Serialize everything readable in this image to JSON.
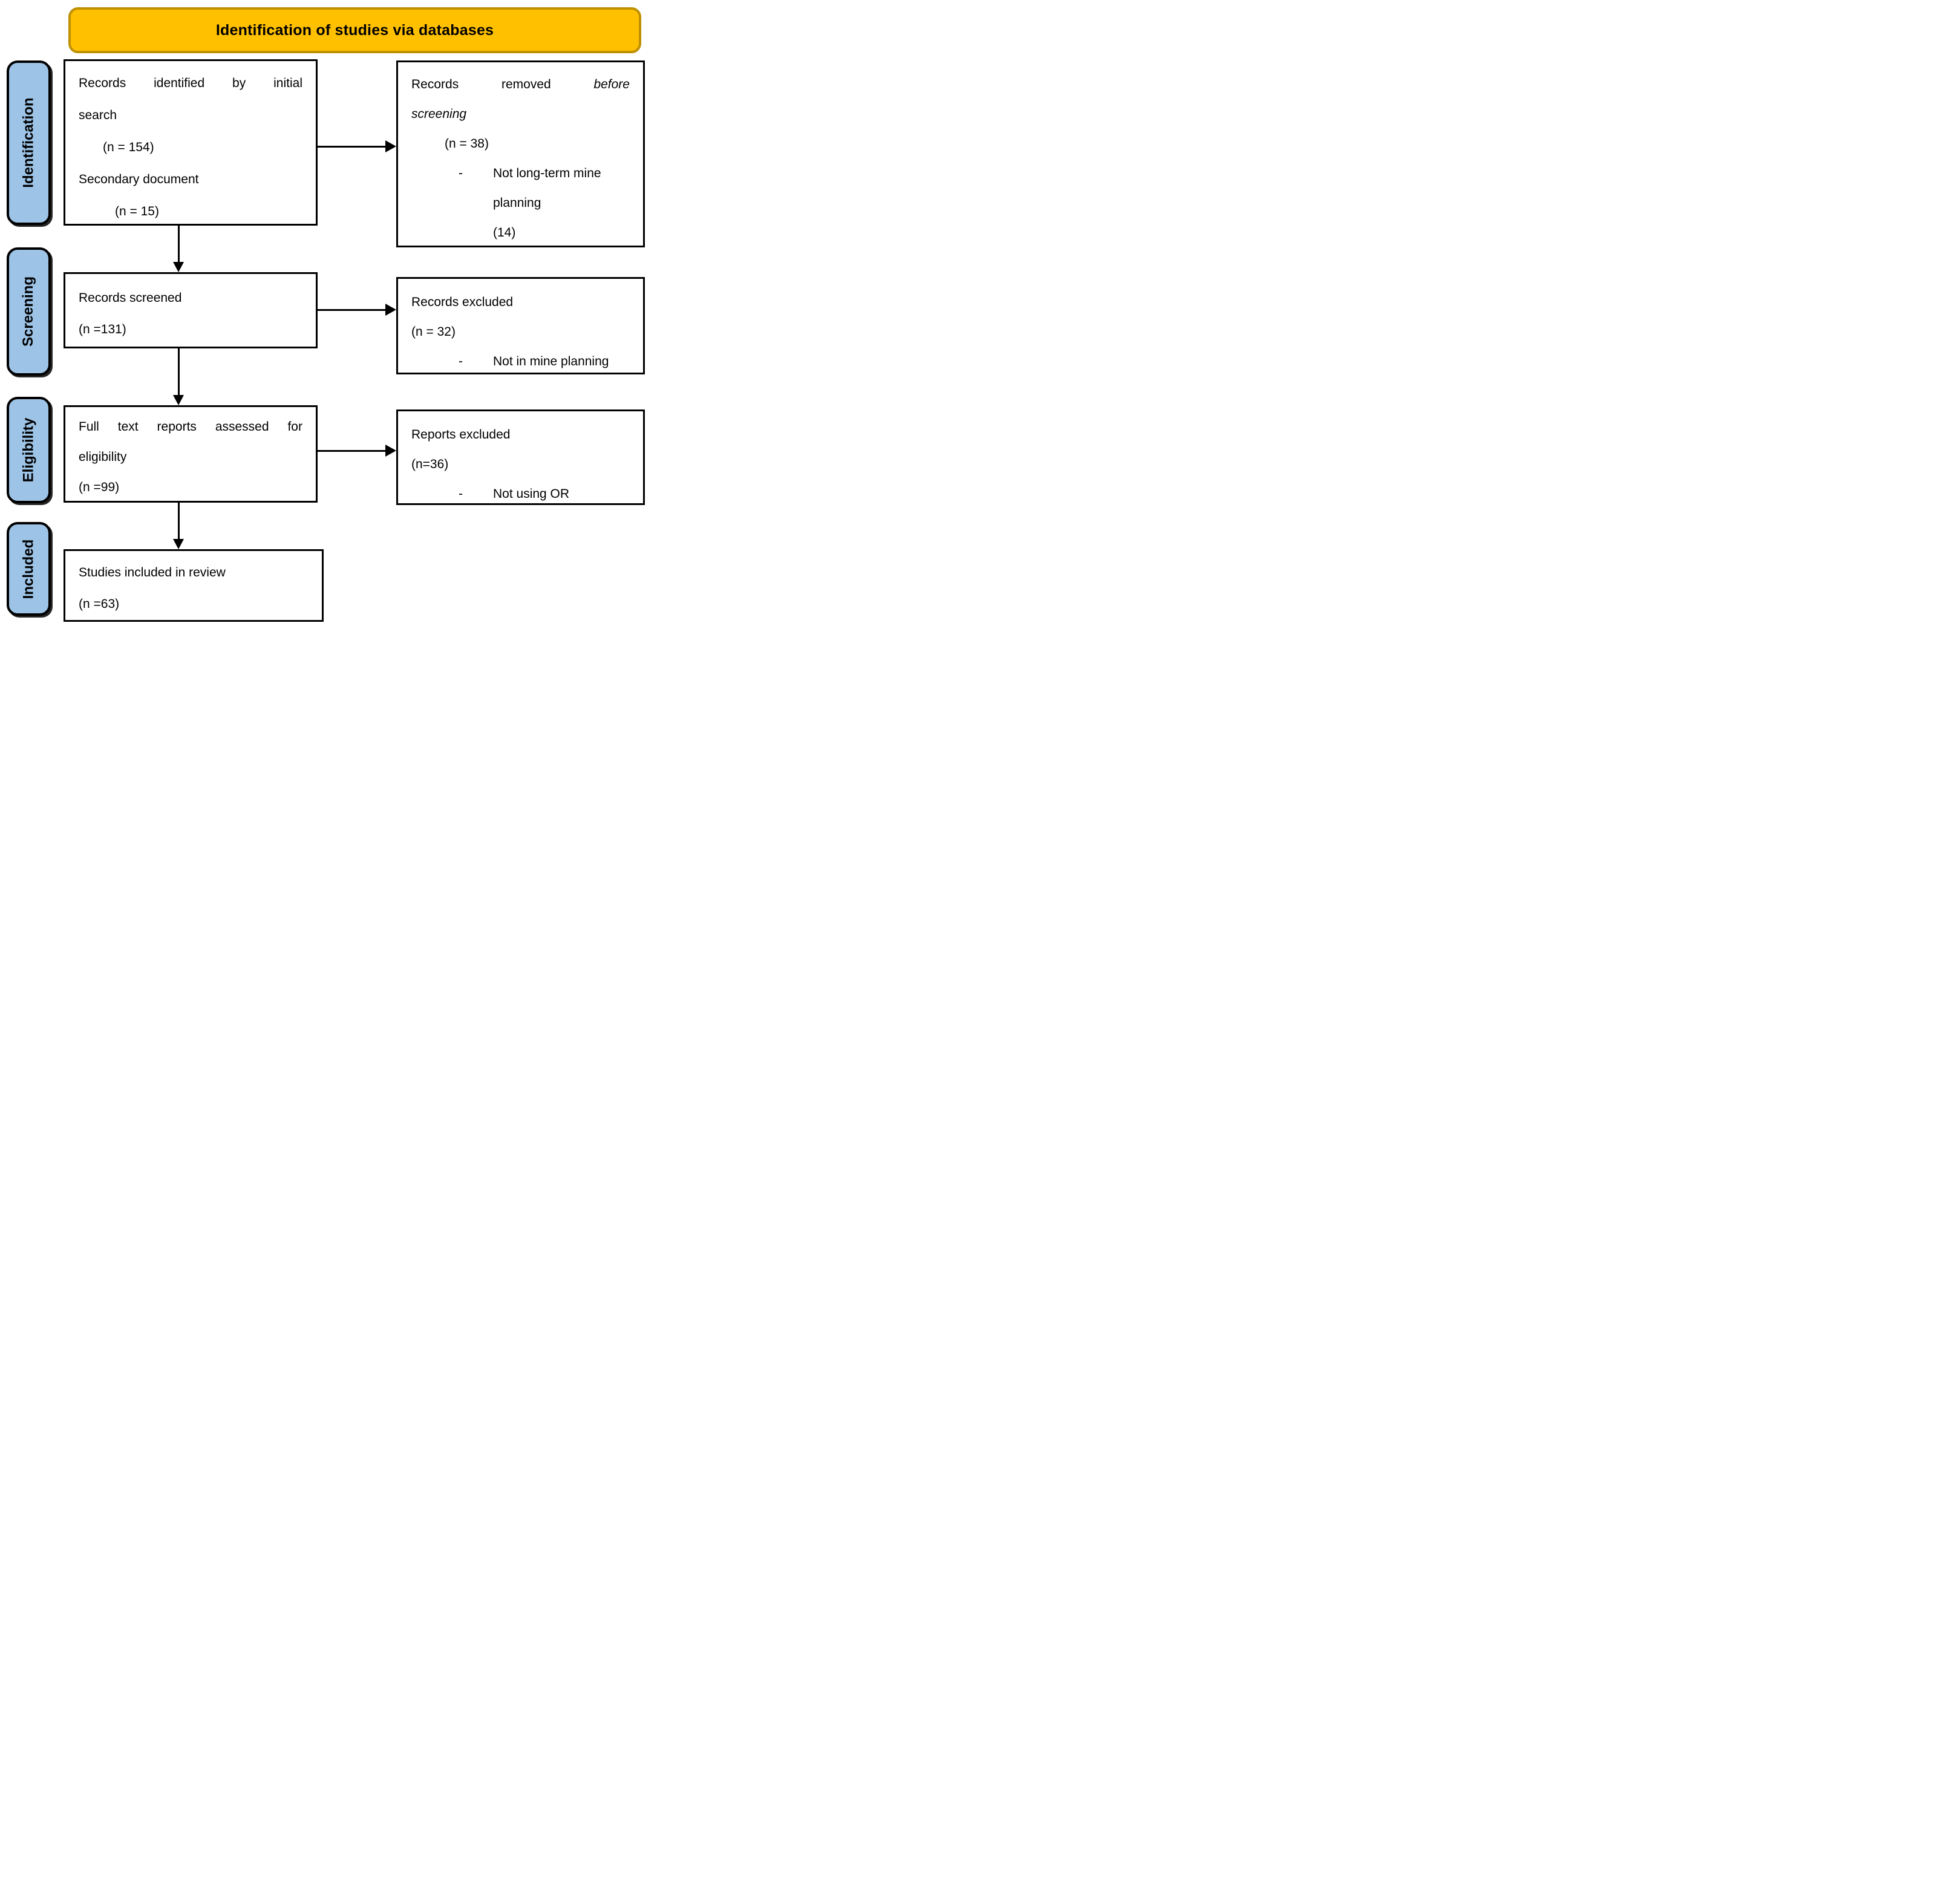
{
  "banner": {
    "title": "Identification of studies via databases",
    "fill": "#FFC000",
    "border": "#BF9000"
  },
  "stages": {
    "fill": "#9DC3E6",
    "identification": "Identification",
    "screening": "Screening",
    "eligibility": "Eligibility",
    "included": "Included"
  },
  "boxes": {
    "identified": {
      "l1": [
        "Records",
        "identified",
        "by",
        "initial"
      ],
      "l2": "search",
      "l3": "(n = 154)",
      "l4": "Secondary document",
      "l5": "(n = 15)"
    },
    "removed": {
      "l1": [
        "Records",
        "removed",
        "before"
      ],
      "l2": "screening",
      "l3": "(n = 38)",
      "bullet_dash": "-",
      "bullet_text": "Not long-term mine",
      "bullet_cont": "planning",
      "bullet_count": "(14)"
    },
    "screened": {
      "l1": "Records screened",
      "l2": "(n =131)"
    },
    "excluded": {
      "l1": "Records excluded",
      "l2": "(n = 32)",
      "bullet_dash": "-",
      "bullet_text": "Not in mine planning"
    },
    "fulltext": {
      "l1": [
        "Full",
        "text",
        "reports",
        "assessed",
        "for"
      ],
      "l2": "eligibility",
      "l3": "(n =99)"
    },
    "reports_excluded": {
      "l1": "Reports excluded",
      "l2": "(n=36)",
      "bullet_dash": "-",
      "bullet_text": "Not using OR"
    },
    "included": {
      "l1": "Studies included in review",
      "l2": "(n =63)"
    }
  }
}
